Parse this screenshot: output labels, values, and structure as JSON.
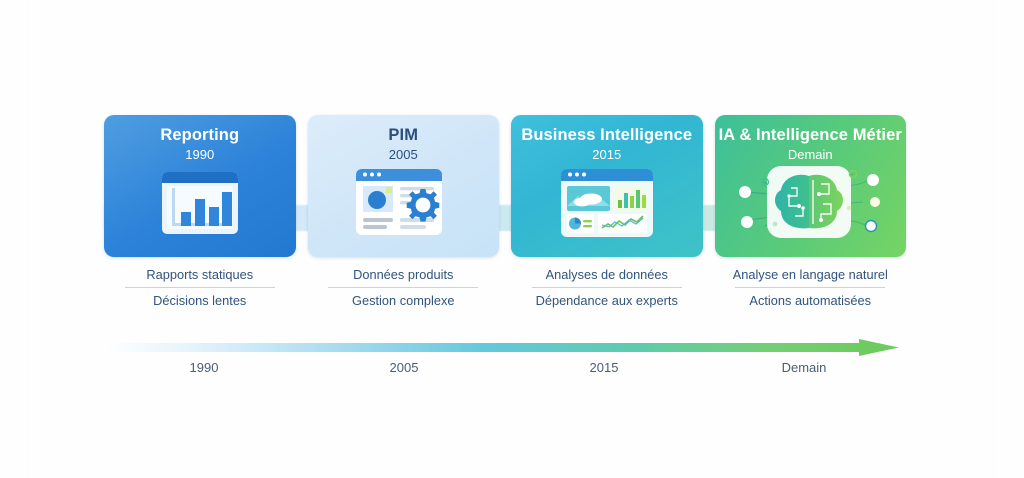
{
  "infographic": {
    "title_visible": false,
    "cards": [
      {
        "title": "Reporting",
        "year": "1990",
        "icon": "bar-chart-window-icon",
        "caption_primary": "Rapports statiques",
        "caption_secondary": "Décisions lentes",
        "color": "#2c82d9"
      },
      {
        "title": "PIM",
        "year": "2005",
        "icon": "product-page-gear-icon",
        "caption_primary": "Données produits",
        "caption_secondary": "Gestion complexe",
        "color": "#cfe6f8"
      },
      {
        "title": "Business Intelligence",
        "year": "2015",
        "icon": "dashboard-analytics-icon",
        "caption_primary": "Analyses de données",
        "caption_secondary": "Dépendance aux experts",
        "color": "#32b6d4"
      },
      {
        "title": "IA & Intelligence Métier",
        "year": "Demain",
        "icon": "ai-brain-circuit-icon",
        "caption_primary": "Analyse en langage naturel",
        "caption_secondary": "Actions automatisées",
        "color": "#62cc72"
      }
    ],
    "timeline": {
      "labels": [
        "1990",
        "2005",
        "2015",
        "Demain"
      ],
      "arrow_direction": "right",
      "gradient_start_color": "#ffffff",
      "gradient_mid_color": "#46c0dc",
      "gradient_end_color": "#6ecb5f"
    },
    "palette": {
      "text_dark": "#31537f",
      "text_muted": "#4a5d75",
      "rule": "#c6d4e6",
      "background": "#ffffff"
    }
  }
}
